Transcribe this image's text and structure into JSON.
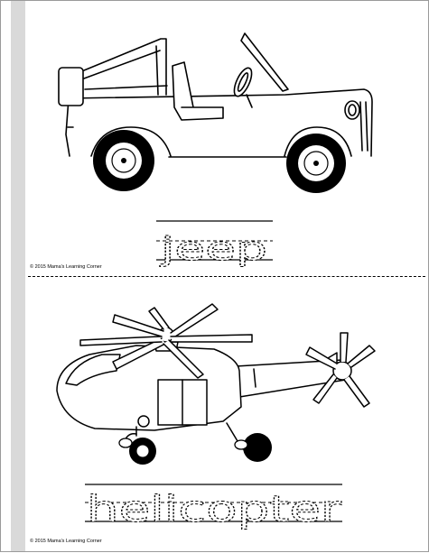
{
  "worksheet": {
    "top": {
      "word": "jeep",
      "copyright": "© 2015 Mama's Learning Corner",
      "picture": "jeep-drawing"
    },
    "bottom": {
      "word": "helicopter",
      "copyright": "© 2015 Mama's Learning Corner",
      "picture": "helicopter-drawing"
    }
  },
  "colors": {
    "line": "#000000",
    "gutter": "#d9d9d9",
    "page": "#ffffff"
  }
}
